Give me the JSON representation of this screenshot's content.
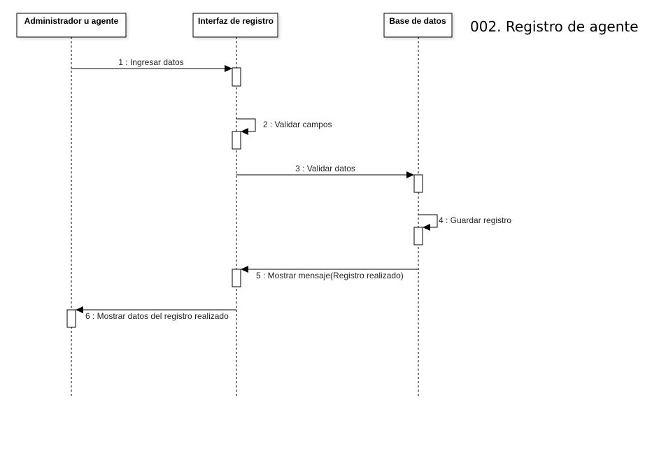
{
  "title": "002. Registro de agente",
  "participants": [
    {
      "name": "Administrador u agente"
    },
    {
      "name": "Interfaz de registro"
    },
    {
      "name": "Base de datos"
    }
  ],
  "messages": [
    {
      "label": "1 : Ingresar datos",
      "from": 0,
      "to": 1
    },
    {
      "label": "2 : Validar campos",
      "from": 1,
      "to": 1
    },
    {
      "label": "3 : Validar datos",
      "from": 1,
      "to": 2
    },
    {
      "label": "4 : Guardar registro",
      "from": 2,
      "to": 2
    },
    {
      "label": "5 : Mostrar mensaje(Registro realizado)",
      "from": 2,
      "to": 1
    },
    {
      "label": "6 : Mostrar datos del registro realizado",
      "from": 1,
      "to": 0
    }
  ]
}
